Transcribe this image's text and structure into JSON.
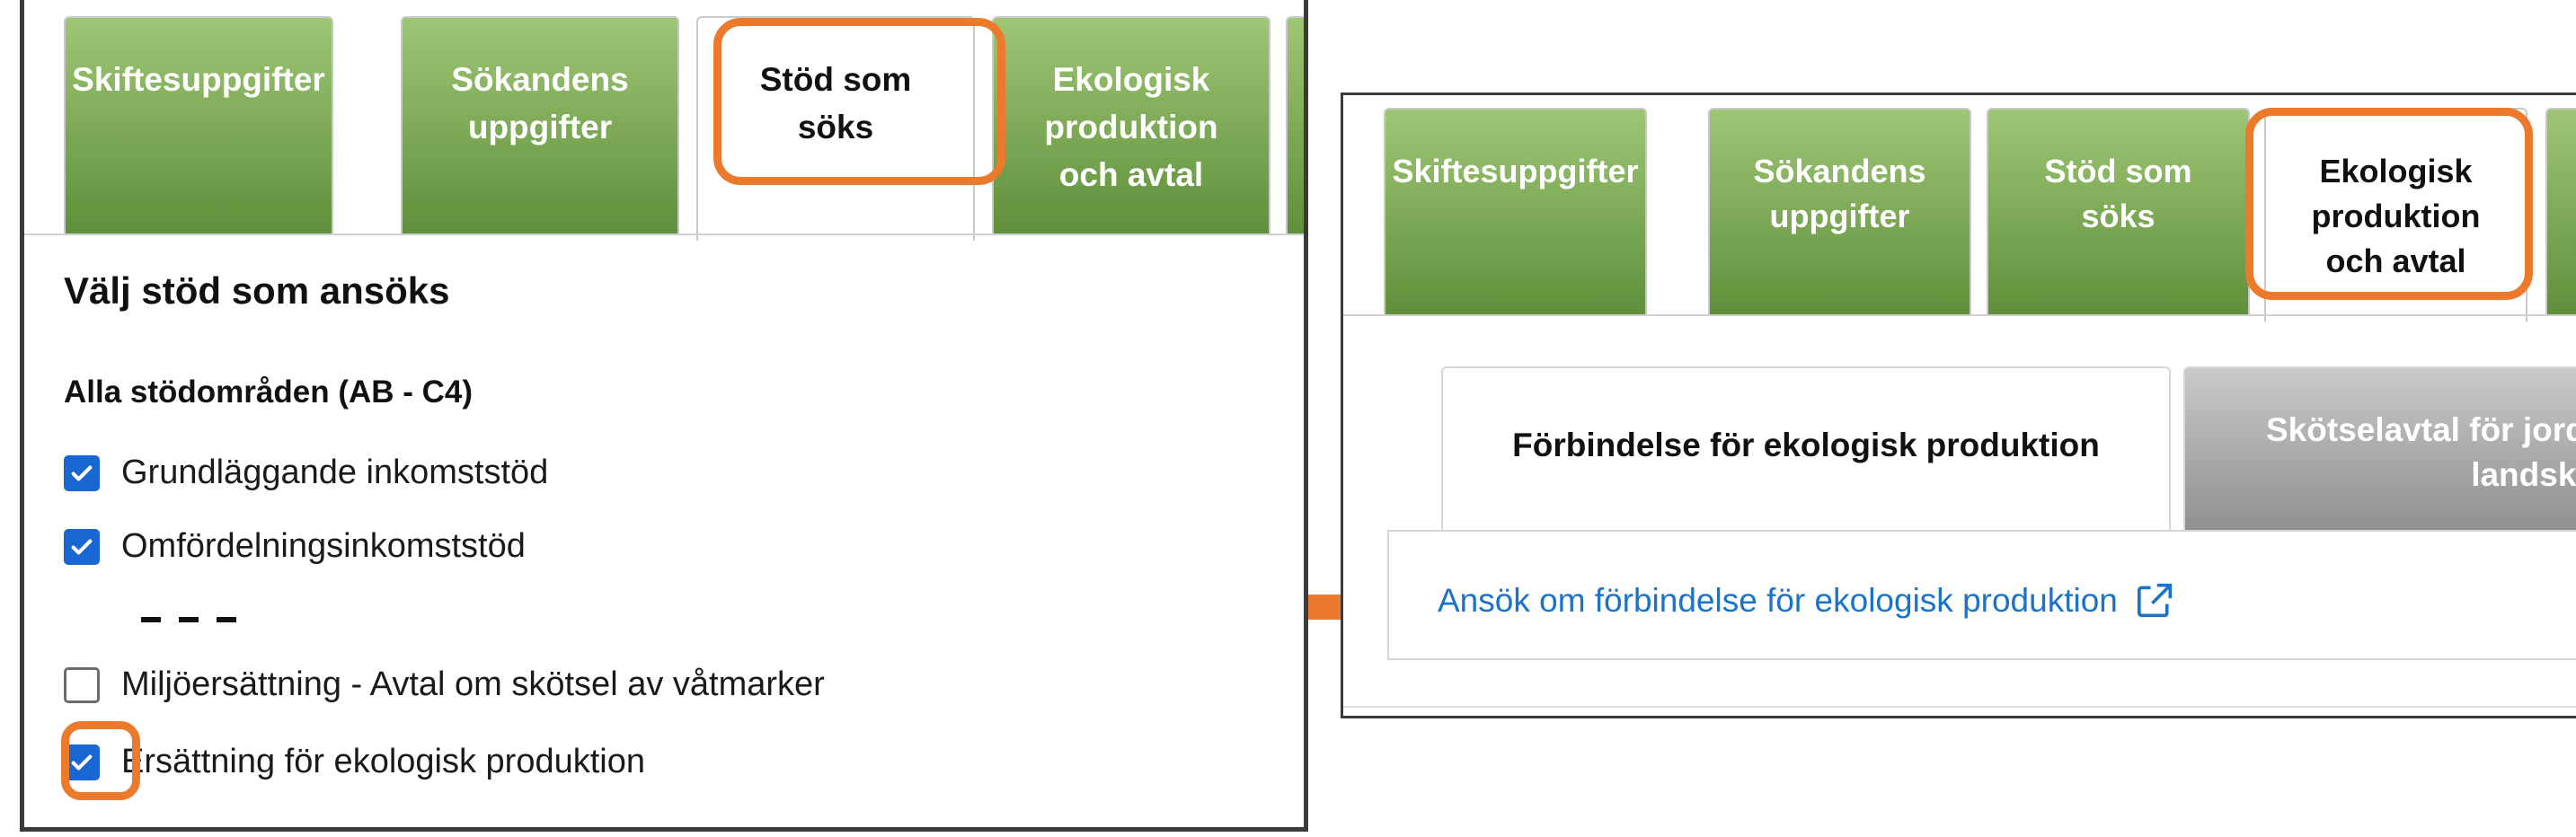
{
  "left_panel": {
    "tabs": [
      {
        "lines": [
          "Skiftesuppgifter"
        ],
        "state": "inactive"
      },
      {
        "lines": [
          "Sökandens",
          "uppgifter"
        ],
        "state": "inactive"
      },
      {
        "lines": [
          "Stöd som",
          "söks"
        ],
        "state": "active"
      },
      {
        "lines": [
          "Ekologisk",
          "produktion",
          "och avtal"
        ],
        "state": "inactive"
      }
    ],
    "section_title": "Välj stöd som ansöks",
    "subsection_title": "Alla stödområden (AB - C4)",
    "checkboxes": [
      {
        "label": "Grundläggande inkomststöd",
        "checked": true
      },
      {
        "label": "Omfördelningsinkomststöd",
        "checked": true
      },
      {
        "label": "Miljöersättning - Avtal om skötsel av våtmarker",
        "checked": false
      },
      {
        "label": "Ersättning för ekologisk produktion",
        "checked": true
      }
    ]
  },
  "right_panel": {
    "tabs": [
      {
        "lines": [
          "Skiftesuppgifter"
        ],
        "state": "inactive"
      },
      {
        "lines": [
          "Sökandens",
          "uppgifter"
        ],
        "state": "inactive"
      },
      {
        "lines": [
          "Stöd som",
          "söks"
        ],
        "state": "inactive"
      },
      {
        "lines": [
          "Ekologisk",
          "produktion",
          "och avtal"
        ],
        "state": "active"
      }
    ],
    "subtabs": [
      {
        "lines": [
          "Förbindelse för ekologisk produktion"
        ],
        "state": "active"
      },
      {
        "lines": [
          "Skötselavtal för jordl",
          "landska"
        ],
        "state": "inactive"
      }
    ],
    "link_text": "Ansök om förbindelse för ekologisk produktion",
    "link_icon": "external-link-icon"
  },
  "colors": {
    "highlight": "#ec7a2d",
    "tab_green_top": "#9ec675",
    "tab_green_bottom": "#5f8f3a",
    "checkbox_blue": "#1967d2",
    "link_blue": "#1a73c8"
  }
}
